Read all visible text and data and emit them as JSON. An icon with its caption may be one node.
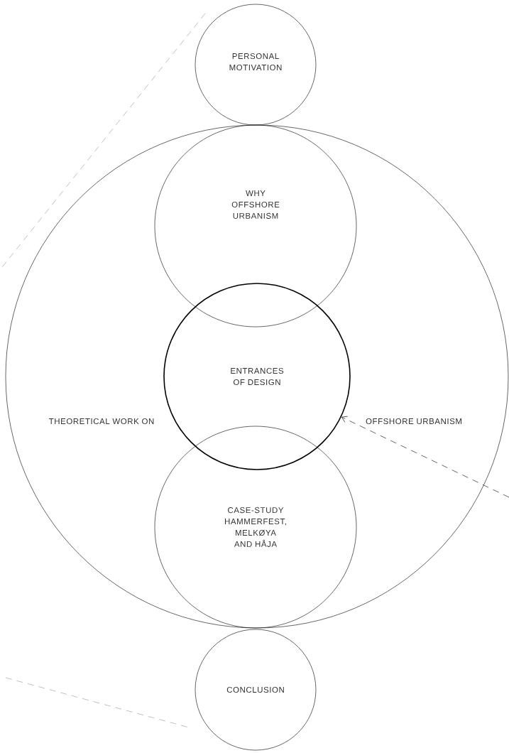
{
  "diagram": {
    "nodes": [
      {
        "text": [
          "THEORETICAL WORK ON",
          "OFFSHORE URBANISM"
        ]
      },
      {
        "text": [
          "PERSONAL MOTIVATION"
        ]
      },
      {
        "text": [
          "WHY OFFSHORE URBANISM"
        ],
        "in": 0
      },
      {
        "text": [
          "ENTRANCES OF DESIGN"
        ],
        "in": 0
      },
      {
        "text": [
          "CASE-STUDY HAMMERFEST, MELKØYA AND HÅJA"
        ],
        "in": 0
      },
      {
        "text": [
          "CONCLUSION"
        ]
      }
    ],
    "edges": [
      {
        "from": null,
        "to": 3,
        "arrow": "to",
        "style": "dashed"
      }
    ]
  }
}
